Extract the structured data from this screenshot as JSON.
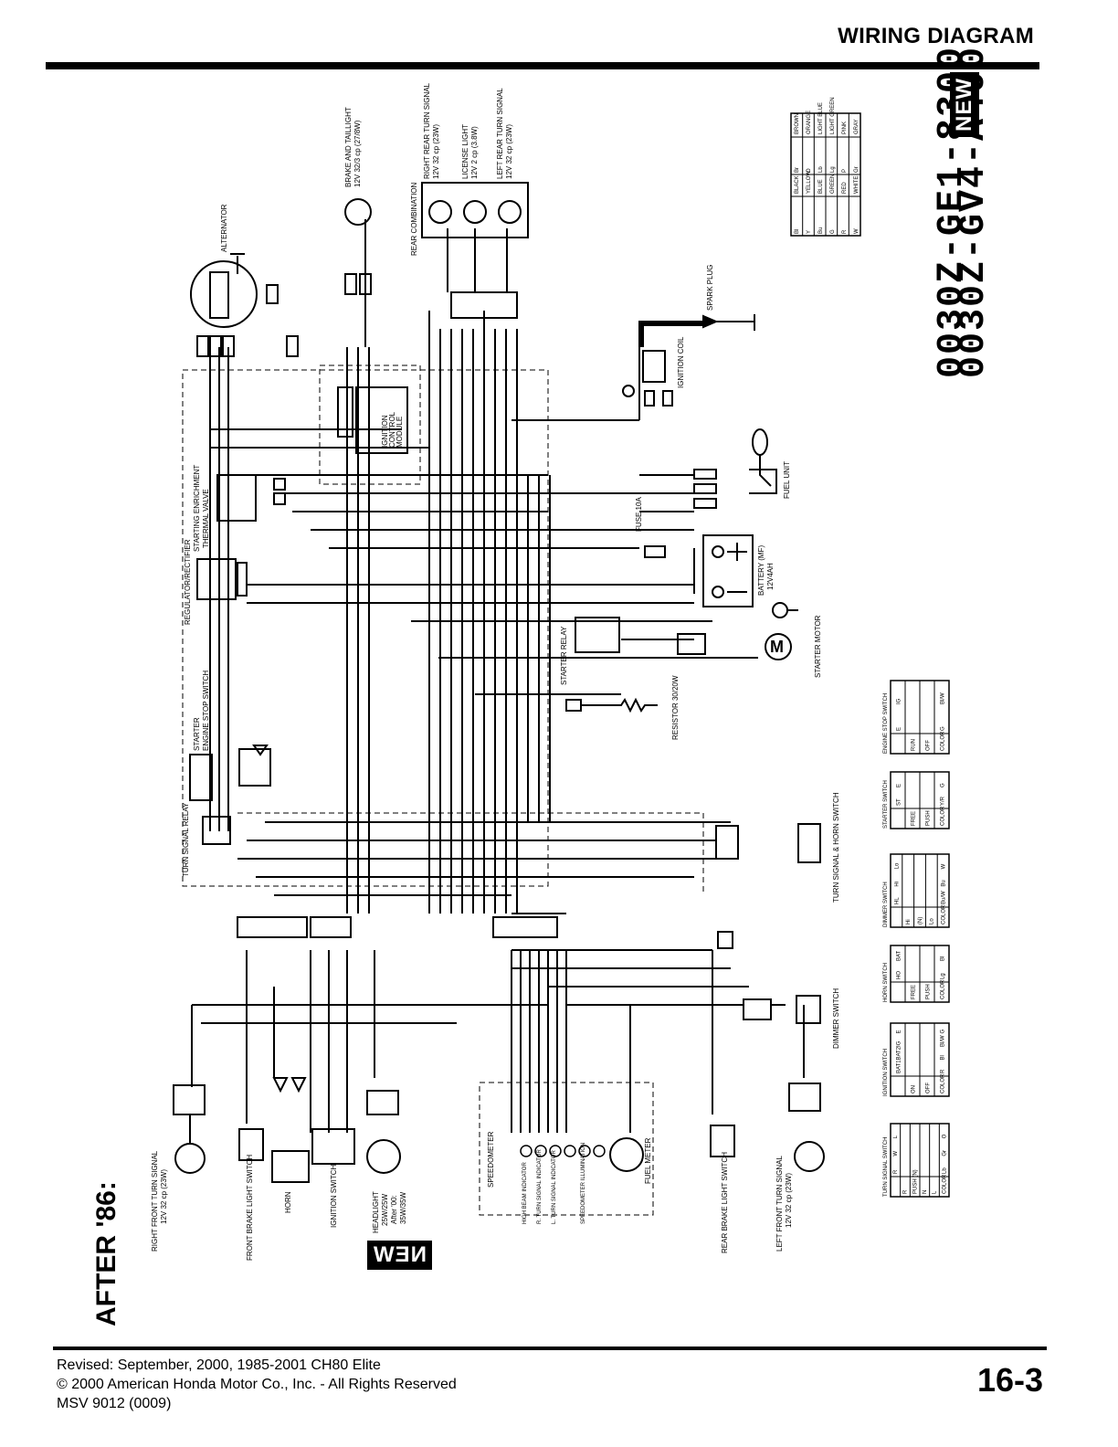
{
  "header": {
    "title": "WIRING DIAGRAM"
  },
  "part_numbers": [
    "0030Z-GE1-8300",
    "0030Z-GV4-A400"
  ],
  "new_badge": "NEW",
  "new_badge_mirrored": "NEW",
  "after_label": "AFTER '86:",
  "color_code": {
    "rows": [
      [
        "Bl",
        "BLACK",
        "Br",
        "BROWN"
      ],
      [
        "Y",
        "YELLOW",
        "O",
        "ORANGE"
      ],
      [
        "Bu",
        "BLUE",
        "Lb",
        "LIGHT BLUE"
      ],
      [
        "G",
        "GREEN",
        "Lg",
        "LIGHT GREEN"
      ],
      [
        "R",
        "RED",
        "P",
        "PINK"
      ],
      [
        "W",
        "WHITE",
        "Gr",
        "GRAY"
      ]
    ]
  },
  "components": {
    "alternator": "ALTERNATOR",
    "brake_taillight": [
      "BRAKE AND TAILLIGHT",
      "12V 32/3 cp (27/8W)"
    ],
    "rear_combination": "REAR COMBINATION",
    "right_rear_turn": [
      "RIGHT REAR TURN SIGNAL",
      "12V 32 cp (23W)"
    ],
    "license_light": [
      "LICENSE LIGHT",
      "12V 2 cp (3.8W)"
    ],
    "left_rear_turn": [
      "LEFT REAR TURN SIGNAL",
      "12V 32 cp (23W)"
    ],
    "spark_plug": "SPARK PLUG",
    "ignition_coil": "IGNITION COIL",
    "icm": [
      "IGNITION",
      "CONTROL",
      "MODULE"
    ],
    "starting_enrichment": [
      "STARTING ENRICHMENT",
      "THERMAL VALVE"
    ],
    "fuel_unit": "FUEL UNIT",
    "fuse": "FUSE 10A",
    "battery": [
      "BATTERY (MF)",
      "12V4AH"
    ],
    "regulator": "REGULATOR/RECTIFIER",
    "starter_relay": "STARTER RELAY",
    "starter_motor": "STARTER MOTOR",
    "starter_switch_block": [
      "STARTER",
      "ENGINE STOP SWITCH"
    ],
    "resistor": "RESISTOR 30/20W",
    "turn_signal_relay": "TURN SIGNAL RELAY",
    "turn_horn_switch": "TURN SIGNAL & HORN SWITCH",
    "dimmer_switch": "DIMMER SWITCH",
    "right_front_turn": [
      "RIGHT FRONT TURN SIGNAL",
      "12V 32 cp (23W)"
    ],
    "front_brake_switch": "FRONT BRAKE LIGHT SWITCH",
    "horn": "HORN",
    "ignition_switch": "IGNITION SWITCH",
    "headlight": [
      "HEADLIGHT",
      "25W/25W",
      "After '00:",
      "35W/35W"
    ],
    "speedometer": "SPEEDOMETER",
    "fuel_meter": "FUEL METER",
    "indicators": [
      "HIGH BEAM INDICATOR",
      "R. TURN SIGNAL INDICATOR",
      "L. TURN SIGNAL INDICATOR",
      "SPEEDOMETER ILLUMINATION"
    ],
    "rear_brake_switch": "REAR BRAKE LIGHT SWITCH",
    "left_front_turn": [
      "LEFT FRONT TURN SIGNAL",
      "12V 32 cp (23W)"
    ]
  },
  "switch_tables": [
    {
      "name": "ENGINE STOP SWITCH",
      "cols": [
        "E",
        "IG"
      ],
      "rows": [
        "RUN",
        "OFF",
        "COLOR"
      ],
      "colors": [
        "G",
        "Bl/W"
      ]
    },
    {
      "name": "STARTER SWITCH",
      "cols": [
        "ST",
        "E"
      ],
      "rows": [
        "FREE",
        "PUSH",
        "COLOR"
      ],
      "colors": [
        "Y/R",
        "G"
      ]
    },
    {
      "name": "DIMMER SWITCH",
      "cols": [
        "HL",
        "Hi",
        "Lo"
      ],
      "rows": [
        "Hi",
        "(N)",
        "Lo",
        "COLOR"
      ],
      "colors": [
        "Bu/W",
        "Bu",
        "W"
      ]
    },
    {
      "name": "HORN SWITCH",
      "cols": [
        "HO",
        "BAT"
      ],
      "rows": [
        "FREE",
        "PUSH",
        "COLOR"
      ],
      "colors": [
        "Lg",
        "Bl"
      ]
    },
    {
      "name": "IGNITION SWITCH",
      "cols": [
        "BAT1",
        "BAT2",
        "IG",
        "E"
      ],
      "rows": [
        "ON",
        "OFF",
        "COLOR"
      ],
      "colors": [
        "R",
        "Bl",
        "Bl/W",
        "G"
      ]
    },
    {
      "name": "TURN SIGNAL SWITCH",
      "cols": [
        "R",
        "W",
        "L"
      ],
      "rows": [
        "R",
        "PUSH (N)",
        "N",
        "L",
        "COLOR"
      ],
      "colors": [
        "Lb",
        "Gr",
        "O"
      ]
    }
  ],
  "footer": {
    "line1": "Revised: September, 2000, 1985-2001 CH80 Elite",
    "line2": "© 2000 American Honda Motor Co., Inc. - All Rights Reserved",
    "line3": "MSV 9012 (0009)",
    "page": "16-3"
  }
}
